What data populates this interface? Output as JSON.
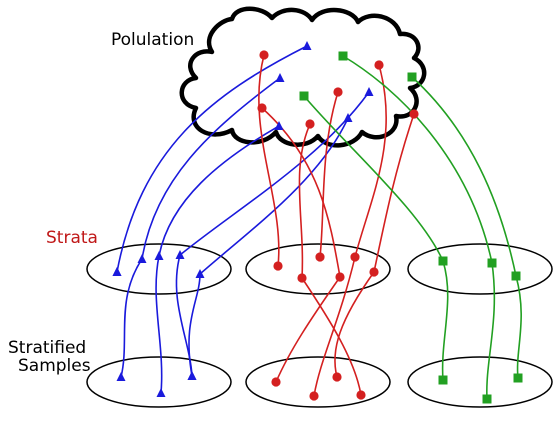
{
  "labels": {
    "population": "Polulation",
    "strata": "Strata",
    "stratified_line1": "Stratified",
    "stratified_line2": "Samples"
  },
  "colors": {
    "blue": "#1a1adc",
    "red": "#d42020",
    "green": "#22a022",
    "black": "#000000",
    "strata_label": "#c01818"
  },
  "markers": {
    "blue": "triangle",
    "red": "circle",
    "green": "square"
  }
}
